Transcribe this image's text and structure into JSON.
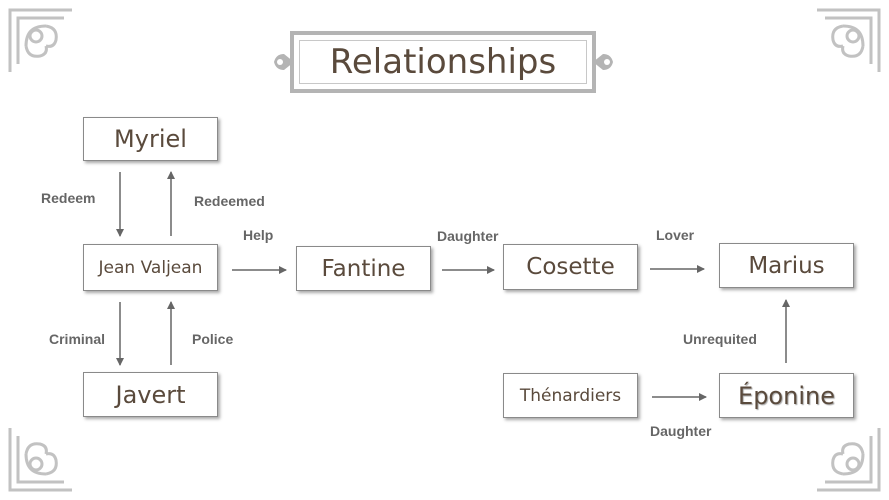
{
  "title": "Relationships",
  "nodes": {
    "myriel": "Myriel",
    "valjean": "Jean Valjean",
    "javert": "Javert",
    "fantine": "Fantine",
    "cosette": "Cosette",
    "marius": "Marius",
    "thenardiers": "Thénardiers",
    "eponine": "Éponine"
  },
  "edges": {
    "redeem": "Redeem",
    "redeemed": "Redeemed",
    "help": "Help",
    "daughter_fantine_cosette": "Daughter",
    "lover": "Lover",
    "criminal": "Criminal",
    "police": "Police",
    "unrequited": "Unrequited",
    "daughter_thenardiers_eponine": "Daughter"
  },
  "colors": {
    "node_text": "#5a4a3c",
    "edge_label": "#666666",
    "border": "#8a8a8a",
    "ornament": "#c2c2c2"
  },
  "ornaments": [
    "corner-flourish-icon",
    "title-flourish-icon"
  ]
}
